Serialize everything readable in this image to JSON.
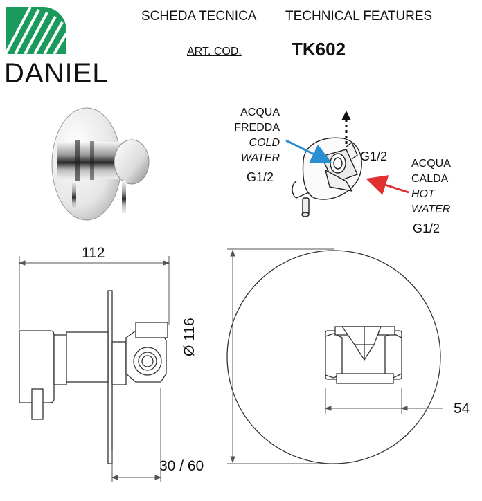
{
  "brand": {
    "name": "DANIEL",
    "accent": "#1a9a5c"
  },
  "header": {
    "title_it": "SCHEDA TECNICA",
    "title_en": "TECHNICAL FEATURES",
    "art_label": "ART. COD.",
    "art_code": "TK602"
  },
  "inlets": {
    "cold": {
      "line1": "ACQUA",
      "line2": "FREDDA",
      "line3": "COLD",
      "line4": "WATER",
      "thread": "G1/2",
      "arrow_color": "#2a8fd0"
    },
    "outlet_thread": "G1/2",
    "hot": {
      "line1": "ACQUA",
      "line2": "CALDA",
      "line3": "HOT",
      "line4": "WATER",
      "thread": "G1/2",
      "arrow_color": "#e03030"
    }
  },
  "dimensions": {
    "width": "112",
    "diameter": "Ø 116",
    "depth": "30 / 60",
    "body": "54"
  }
}
